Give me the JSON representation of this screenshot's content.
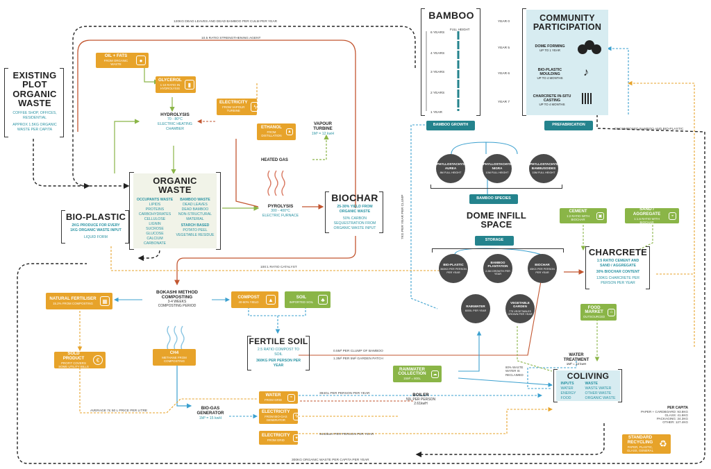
{
  "colors": {
    "orange": "#e7a32a",
    "green": "#8ab547",
    "teal": "#24838d",
    "dark": "#4a4a4a",
    "red_line": "#c2552f",
    "blue_line": "#3ba0cf",
    "pale_blue": "#d7ecf1"
  },
  "existing": {
    "title1": "EXISTING",
    "title2": "PLOT",
    "title3": "ORGANIC",
    "title4": "WASTE",
    "sub1": "COFFEE SHOP, OFFICES,",
    "sub2": "RESIDENTIAL",
    "sub3": "APPROX 1.5KG ORGANIC",
    "sub4": "WASTE PER CAPITA"
  },
  "bioplastic": {
    "title": "BIO-PLASTIC",
    "sub1": "2KG PRODUCE FOR EVERY",
    "sub2": "1KG ORGANIC WASTE INPUT",
    "sub3": "LIQUID FORM"
  },
  "organic": {
    "title1": "ORGANIC",
    "title2": "WASTE",
    "col1_head": "OCCUPANTS WASTE",
    "col1": [
      "LIPIDS",
      "PROTEINS",
      "CARBOHYDRATES",
      "CELLULOSE",
      "LIGNIN",
      "SUCROSE",
      "GLUCOSE",
      "CALCIUM CARBONATE"
    ],
    "col2_head": "BAMBOO WASTE",
    "col2": [
      "DEAD LEAVES",
      "DEAD BAMBOO",
      "NON-STRUCTURAL",
      "MATERIAL"
    ],
    "col3_head": "STARCH BASED",
    "col3": [
      "POTATO PEEL",
      "VEGETABLE RESIDUE"
    ]
  },
  "oil": {
    "title": "OIL + FATS",
    "sub": "FROM ORGANIC WASTE"
  },
  "glycerol": {
    "title": "GLYCEROL",
    "sub": "1:10 RATIO IN HYDROLYSIS"
  },
  "hydrolysis": {
    "title": "HYDROLYSIS",
    "sub1": "70 - 80°C",
    "sub2": "ELECTRIC HEATING",
    "sub3": "CHAMBER"
  },
  "electricity_top": {
    "title": "ELECTRICITY",
    "sub": "FROM VAPOUR TURBINE"
  },
  "ethanol": {
    "title": "ETHANOL",
    "sub": "FROM DISTILLATION"
  },
  "vapour": {
    "title1": "VAPOUR",
    "title2": "TURBINE",
    "sub": "1M³ = 12 kwH"
  },
  "heated_gas": "HEATED GAS",
  "pyrolysis": {
    "title": "PYROLYSIS",
    "sub1": "300 - 400°C",
    "sub2": "ELECTRIC FURNACE"
  },
  "biochar": {
    "title": "BIOCHAR",
    "sub1": "25-30% YIELD FROM",
    "sub2": "ORGANIC WASTE",
    "sub3": "50% CARBON",
    "sub4": "SEQUESTRATION FROM",
    "sub5": "ORGANIC WASTE INPUT"
  },
  "bokashi": {
    "title1": "BOKASHI METHOD",
    "title2": "COMPOSTING",
    "sub1": "3-4 WEEKS",
    "sub2": "COMPOSTING PERIOD"
  },
  "natural_fert": {
    "title": "NATURAL FERTILISER",
    "sub": "15.2% FROM COMPOSTING"
  },
  "sold_product": {
    "title": "SOLD PRODUCT",
    "sub": "PROFIT COVERS SOME UTILITY BILLS"
  },
  "compost": {
    "title": "COMPOST",
    "sub": "40-60% YIELD"
  },
  "soil": {
    "title": "SOIL",
    "sub": "IMPORTED SOIL"
  },
  "fertile": {
    "title": "FERTILE SOIL",
    "sub1": "2.5 RATIO COMPOST TO",
    "sub2": "SOIL",
    "sub3": "360KG PER PERSON PER",
    "sub4": "YEAR"
  },
  "ch4": {
    "title": "CH4",
    "sub": "METHANE FROM COMPOSTING"
  },
  "biogas": {
    "title1": "BIO-GAS",
    "title2": "GENERATOR",
    "sub": "1M³ = 15 kwH"
  },
  "water_grid": {
    "title": "WATER",
    "sub": "FROM GRID"
  },
  "elec_bio": {
    "title": "ELECTRICITY",
    "sub": "FROM BIO-GAS GENERATOR"
  },
  "elec_grid": {
    "title": "ELECTRICITY",
    "sub": "FROM GRID"
  },
  "boiler": {
    "title": "BOILER",
    "sub1": "50L PER PERSON",
    "sub2": "2.61kwH"
  },
  "bamboo": {
    "title": "BAMBOO",
    "full": "FULL HEIGHT",
    "years": [
      "6 YEARS",
      "4 YEARS",
      "3 YEARS",
      "2 YEARS",
      "1 YEAR"
    ],
    "growth": "BAMBOO GROWTH"
  },
  "community": {
    "title1": "COMMUNITY",
    "title2": "PARTICIPATION",
    "years": [
      "YEAR 0",
      "YEAR 5",
      "YEAR 6",
      "YEAR 7"
    ],
    "items": [
      {
        "t": "DOME FORMING",
        "s": "UP TO 1 YEAR"
      },
      {
        "t": "BIO-PLASTIC",
        "t2": "MOULDING",
        "s": "UP TO 4 MONTHS"
      },
      {
        "t": "CHARCRETE IN-SITU",
        "t2": "CASTING",
        "s": "UP TO 4 MONTHS"
      }
    ],
    "prefab": "PREFABRICATION"
  },
  "species": {
    "label": "BAMBOO SPECIES",
    "items": [
      {
        "t1": "PHYLLOSTACHYS",
        "t2": "AUREA",
        "s": "8M FULL HEIGHT"
      },
      {
        "t1": "PHYLLOSTACHYS",
        "t2": "NIGRA",
        "s": "10M FULL HEIGHT"
      },
      {
        "t1": "PHYLLOSTACHYS",
        "t2": "BAMBUSOIDES",
        "s": "15M FULL HEIGHT"
      }
    ]
  },
  "dome": {
    "title1": "DOME INFILL",
    "title2": "SPACE",
    "storage": "STORAGE"
  },
  "storage_items": [
    {
      "t": "BIO-PLASTIC",
      "s": "360KG PER PERSON PER YEAR"
    },
    {
      "t": "BAMBOO PLANTATION",
      "s": "2-5M GROWTH PER YEAR"
    },
    {
      "t": "BIOCHAR",
      "s": "45KG PER PERSON PER YEAR"
    },
    {
      "t": "RAINWATER",
      "s": "6000L PER YEAR"
    },
    {
      "t": "VEGETABLE GARDEN",
      "s": "775 VEGETABLES GROWN PER YEAR"
    }
  ],
  "cement": {
    "title": "CEMENT",
    "sub": "1:2 RATIO WITH BIOCHAR"
  },
  "sand": {
    "title": "SAND / AGGREGATE",
    "sub": "1:1.6 RATIO WITH BIOCHAR"
  },
  "charcrete": {
    "title": "CHARCRETE",
    "sub1": "1:5 RATIO CEMENT AND",
    "sub2": "SAND / AGGREGATE",
    "sub3": "30% BIOCHAR CONTENT",
    "sub4": "130KG CHARCRETE PER",
    "sub5": "PERSON PER YEAR"
  },
  "food": {
    "title1": "FOOD",
    "title2": "MARKET",
    "sub": "OUTSOURCED"
  },
  "rainwater": {
    "title1": "RAINWATER",
    "title2": "COLLECTION",
    "sub": "15M³ = 800L"
  },
  "water_treat": {
    "title1": "WATER",
    "title2": "TREATMENT",
    "sub": "1M³ = 12 kwH",
    "recl": "80% WASTE WATER IS RECLAIMED"
  },
  "coliving": {
    "title": "COLIVING",
    "in_head": "INPUTS",
    "inputs": [
      "WATER",
      "ENERGY",
      "FOOD"
    ],
    "out_head": "WASTE",
    "outputs": [
      "WASTE WATER",
      "OTHER WASTE",
      "ORGANIC WASTE"
    ]
  },
  "per_capita": {
    "head": "PER CAPITA",
    "lines": [
      "PAPER + CARDBOARD: 93.8KG",
      "GLASS: 41.6KG",
      "PACKAGING: 34.3KG",
      "OTHER: 127.4KG"
    ]
  },
  "recycling": {
    "title1": "STANDARD",
    "title2": "RECYCLING",
    "sub": "PAPER, PLASTIC, GLASS, GENERAL"
  },
  "flow_labels": {
    "top": "120KG DEAD LEAVES AND DEAD BAMBOO PER CULM PER YEAR",
    "strength": "10.5 RATIO STRENGTHENING AGENT",
    "catalyst": "100:1 RATIO CATALYST",
    "clump": "7KG PER YEAR PER CLUMP",
    "bamboo_clump": "0.5M³ PER CLUMP OF BAMBOO",
    "garden": "1.3M³ PER 5M² GARDEN PATCH",
    "water_person": "394GL PER PERSON PER YEAR",
    "elec_person": "9440kwH PER PERSON PER YEAR",
    "avg_price": "AVERAGE 7£ 50 L PRICE PER LITRE",
    "organic_capita": "300KG ORGANIC WASTE PER CAPITA PER YEAR",
    "decomposed": "DECOMPOSED BAMBOO AND BIO-PLASTIC"
  }
}
